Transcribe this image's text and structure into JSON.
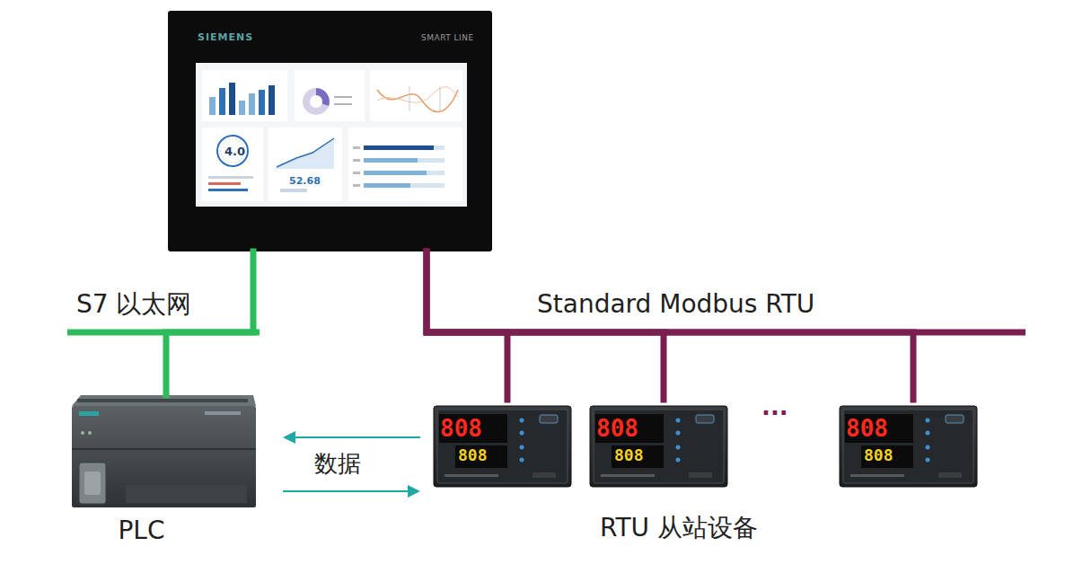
{
  "diagram": {
    "nodes": [
      {
        "text": [
          "SIEMENS",
          "SMART LINE"
        ]
      },
      {
        "text": [
          "PLC"
        ]
      },
      {
        "text": [
          "808",
          "808"
        ]
      },
      {
        "text": [
          "808",
          "808"
        ]
      },
      {
        "text": [
          "808",
          "808"
        ]
      }
    ],
    "edges": [
      {
        "from": 0,
        "to": 1,
        "arrow": "none",
        "label": "S7 以太网"
      },
      {
        "from": 0,
        "to": 2,
        "arrow": "none",
        "label": "Standard Modbus RTU"
      },
      {
        "from": 0,
        "to": 3,
        "arrow": "none"
      },
      {
        "from": 0,
        "to": 4,
        "arrow": "none"
      },
      {
        "from": 2,
        "to": 1,
        "arrow": "to",
        "label": "数据"
      },
      {
        "from": 1,
        "to": 2,
        "arrow": "to"
      }
    ],
    "labels": [
      "4.0",
      "52.68",
      "...",
      "RTU 从站设备"
    ]
  }
}
